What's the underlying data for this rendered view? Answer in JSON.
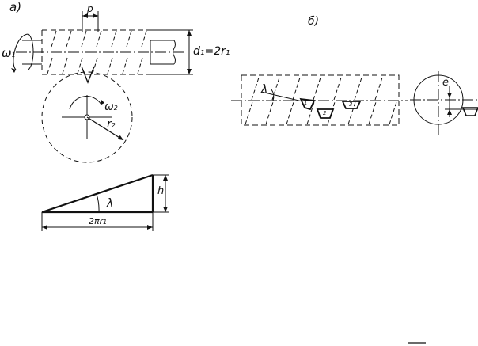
{
  "figure_a": {
    "label": "а)",
    "pitch_label": "p",
    "omega1": "ω",
    "omega1_sub": "1",
    "omega2": "ω",
    "omega2_sub": "2",
    "r2": "r",
    "r2_sub": "2",
    "diameter_label": "d₁=2r₁"
  },
  "triangle": {
    "h_label": "h",
    "lambda_label": "λ",
    "base_label": "2πr",
    "base_sub": "1"
  },
  "figure_b": {
    "label": "б)",
    "lambda_label": "λ",
    "e_label": "e",
    "cutter_labels": [
      "1",
      "2",
      "3"
    ]
  }
}
